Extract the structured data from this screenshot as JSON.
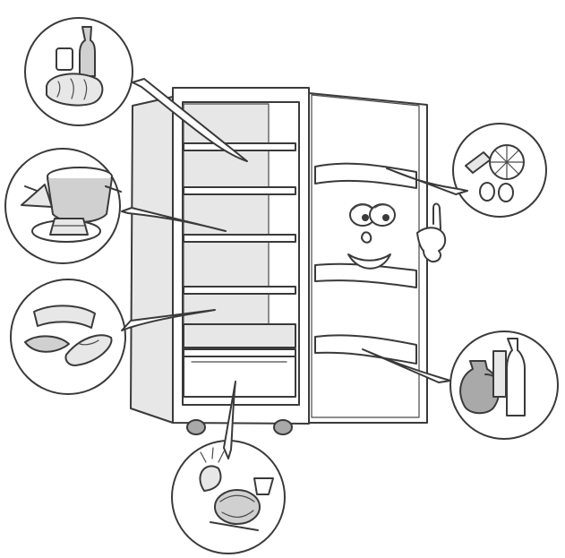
{
  "diagram": {
    "type": "refrigerator storage zones",
    "palette": {
      "outline": "#3a3a3a",
      "light_fill": "#e7e7e7",
      "mid_fill": "#d0d0d0",
      "dark_fill": "#a9a9a9",
      "background": "#ffffff"
    },
    "callouts": [
      {
        "zone": "top-shelf",
        "icons": [
          "bottle-icon",
          "can-icon",
          "bread-icon"
        ]
      },
      {
        "zone": "middle-shelf",
        "icons": [
          "pot-icon",
          "cheese-wedge-icon",
          "cake-slice-icon"
        ]
      },
      {
        "zone": "lower-shelf",
        "icons": [
          "meat-icon",
          "fish-icon",
          "sausage-icon"
        ]
      },
      {
        "zone": "crisper-drawer",
        "icons": [
          "vegetable-icon",
          "cabbage-icon",
          "carrot-icon"
        ]
      },
      {
        "zone": "door-upper-shelf",
        "icons": [
          "butter-icon",
          "cheese-wheel-icon",
          "egg-icon"
        ]
      },
      {
        "zone": "door-lower-shelf",
        "icons": [
          "jug-icon",
          "bottle-icon",
          "carton-icon"
        ]
      }
    ]
  }
}
